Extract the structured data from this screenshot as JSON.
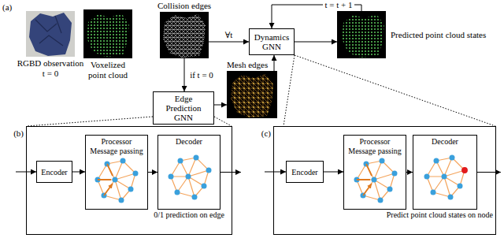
{
  "diagram": {
    "nodes": [
      {
        "text": [
          "RGBD observation",
          "t = 0"
        ]
      },
      {
        "text": [
          "Voxelized point cloud"
        ]
      },
      {
        "text": [
          "Collision edges"
        ]
      },
      {
        "text": [
          "Dynamics GNN"
        ]
      },
      {
        "text": [
          "Predicted point cloud states"
        ]
      },
      {
        "text": [
          "Edge Prediction GNN"
        ]
      },
      {
        "text": [
          "Mesh edges"
        ]
      },
      {
        "text": [
          "(b)"
        ]
      },
      {
        "text": [
          "Encoder"
        ],
        "in": 7
      },
      {
        "text": [
          "Processor Message passing"
        ],
        "in": 7
      },
      {
        "text": [
          "Decoder",
          "0/1 prediction on edge"
        ],
        "in": 7
      },
      {
        "text": [
          "(c)"
        ]
      },
      {
        "text": [
          "Encoder"
        ],
        "in": 11
      },
      {
        "text": [
          "Processor Message passing"
        ],
        "in": 11
      },
      {
        "text": [
          "Decoder",
          "Predict point cloud states on node"
        ],
        "in": 11
      }
    ],
    "edges": [
      {
        "from": 2,
        "to": 3,
        "label": "∀t",
        "arrow": "to"
      },
      {
        "from": 3,
        "to": 4,
        "arrow": "to"
      },
      {
        "from": 4,
        "to": 3,
        "label": "t = t + 1",
        "arrow": "to"
      },
      {
        "from": 2,
        "to": 5,
        "label": "if t = 0",
        "arrow": "to"
      },
      {
        "from": 5,
        "to": 6,
        "arrow": "to"
      },
      {
        "from": 6,
        "to": 3,
        "arrow": "to"
      },
      {
        "from": 8,
        "to": 9,
        "arrow": "to"
      },
      {
        "from": 9,
        "to": 10,
        "arrow": "to"
      },
      {
        "from": 12,
        "to": 13,
        "arrow": "to"
      },
      {
        "from": 13,
        "to": 14,
        "arrow": "to"
      }
    ],
    "labels": [
      "(a)"
    ]
  }
}
